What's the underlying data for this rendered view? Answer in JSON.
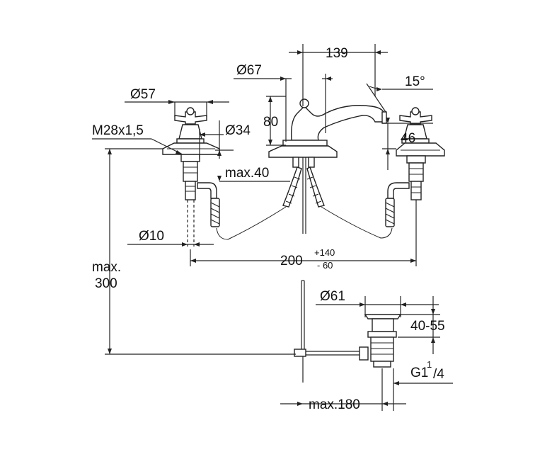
{
  "dimensions": {
    "d57": "Ø57",
    "thread": "M28x1,5",
    "d67": "Ø67",
    "h80": "80",
    "d34": "Ø34",
    "max40": "max.40",
    "w139": "139",
    "angle15": "15°",
    "h46": "46",
    "d10": "Ø10",
    "spread_base": "200",
    "spread_plus": "+140",
    "spread_minus": "- 60",
    "max_label": "max.",
    "max_value": "300",
    "d61": "Ø61",
    "h40_55": "40-55",
    "g_thread": "G1",
    "g_sup": "1",
    "g_sub": "/4",
    "max180": "max.180"
  }
}
